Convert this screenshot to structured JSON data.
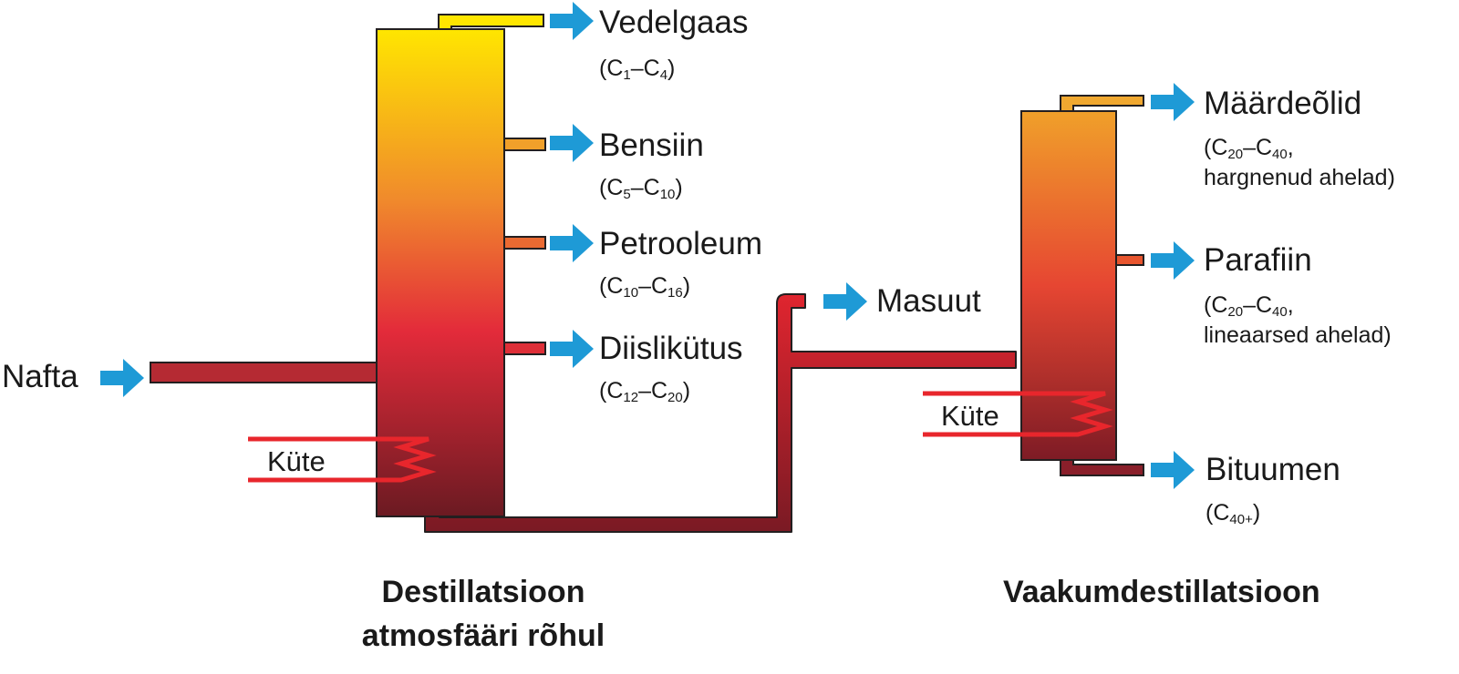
{
  "input_label": "Nafta",
  "atmospheric": {
    "title_line1": "Destillatsioon",
    "title_line2": "atmosfääri rõhul",
    "heat_label": "Küte",
    "products": [
      {
        "name": "Vedelgaas",
        "c1": "1",
        "c2": "4"
      },
      {
        "name": "Bensiin",
        "c1": "5",
        "c2": "10"
      },
      {
        "name": "Petrooleum",
        "c1": "10",
        "c2": "16"
      },
      {
        "name": "Diislikütus",
        "c1": "12",
        "c2": "20"
      }
    ]
  },
  "residue_label": "Masuut",
  "vacuum": {
    "title": "Vaakumdestillatsioon",
    "heat_label": "Küte",
    "products": [
      {
        "name": "Määrdeõlid",
        "c1": "20",
        "c2": "40",
        "note": "hargnenud ahelad)"
      },
      {
        "name": "Parafiin",
        "c1": "20",
        "c2": "40",
        "note": "lineaarsed ahelad)"
      }
    ],
    "bottom_product": {
      "name": "Bituumen",
      "c": "40+"
    }
  },
  "colors": {
    "arrow": "#1e9ad6",
    "column_top": "#ffe600",
    "column_mid": "#e32b3a",
    "column_bottom": "#6b1a22",
    "heating_coil": "#e8262c",
    "outline": "#231f20"
  }
}
